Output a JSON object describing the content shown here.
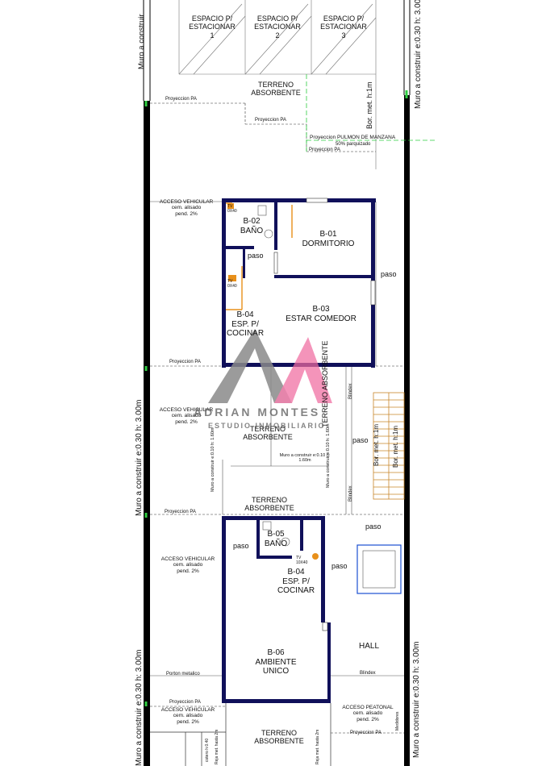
{
  "parking": {
    "space1": [
      "ESPACIO P/",
      "ESTACIONAR",
      "1"
    ],
    "space2": [
      "ESPACIO P/",
      "ESTACIONAR",
      "2"
    ],
    "space3": [
      "ESPACIO P/",
      "ESTACIONAR",
      "3"
    ]
  },
  "walls": {
    "left_top": "Muro a construir",
    "left_mid": "Muro a construir e:0.30 h: 3.00m",
    "left_bottom": "Muro a construir e:0.30 h: 3.00m",
    "right_top": "Muro a construir e:0.30 h: 3.00m",
    "right_bottom": "Muro a construir e:0.30 h: 3.00m"
  },
  "labels": {
    "terreno": [
      "TERRENO",
      "ABSORBENTE"
    ],
    "proyeccion_pa": "Proyeccion PA",
    "pulmon": "Proyeccion PULMON DE MANZANA",
    "parquizado": "50% parquizado",
    "bor_met": "Bor. met. h:1m",
    "acceso_vehicular": "ACCESO VEHICULAR",
    "cem_alisado": "cem. alisado",
    "pend": "pend. 2%",
    "acceso_peatonal": "ACCESO PEATONAL",
    "paso": "paso",
    "hall": "HALL",
    "blindex": "Blindex",
    "porton": "Porton metalico",
    "tv": "TV",
    "tv_size": "0X40",
    "tv_size2": "10X40",
    "muro_interior": "Muro a construir e:0.10 h: 1.60m",
    "reja": "Reja met. hasta 2m",
    "medidores": "Medidores",
    "cotero": "cotero h:0.40"
  },
  "rooms": {
    "b01": [
      "B-01",
      "DORMITORIO"
    ],
    "b02": [
      "B-02",
      "BAÑO"
    ],
    "b03": [
      "B-03",
      "ESTAR COMEDOR"
    ],
    "b04a": [
      "B-04",
      "ESP. P/",
      "COCINAR"
    ],
    "b05": [
      "B-05",
      "BAÑO"
    ],
    "b04b": [
      "B-04",
      "ESP. P/",
      "COCINAR"
    ],
    "b06": [
      "B-06",
      "AMBIENTE",
      "UNICO"
    ]
  },
  "watermark": {
    "line1": "ADRIAN MONTES",
    "line2": "ESTUDIO INMOBILIARIO"
  },
  "colors": {
    "wall": "#10105a",
    "green_line": "#2ecc40",
    "orange": "#e8901a",
    "logo_gray": "#8a8a8a",
    "logo_pink": "#f06ba0"
  }
}
